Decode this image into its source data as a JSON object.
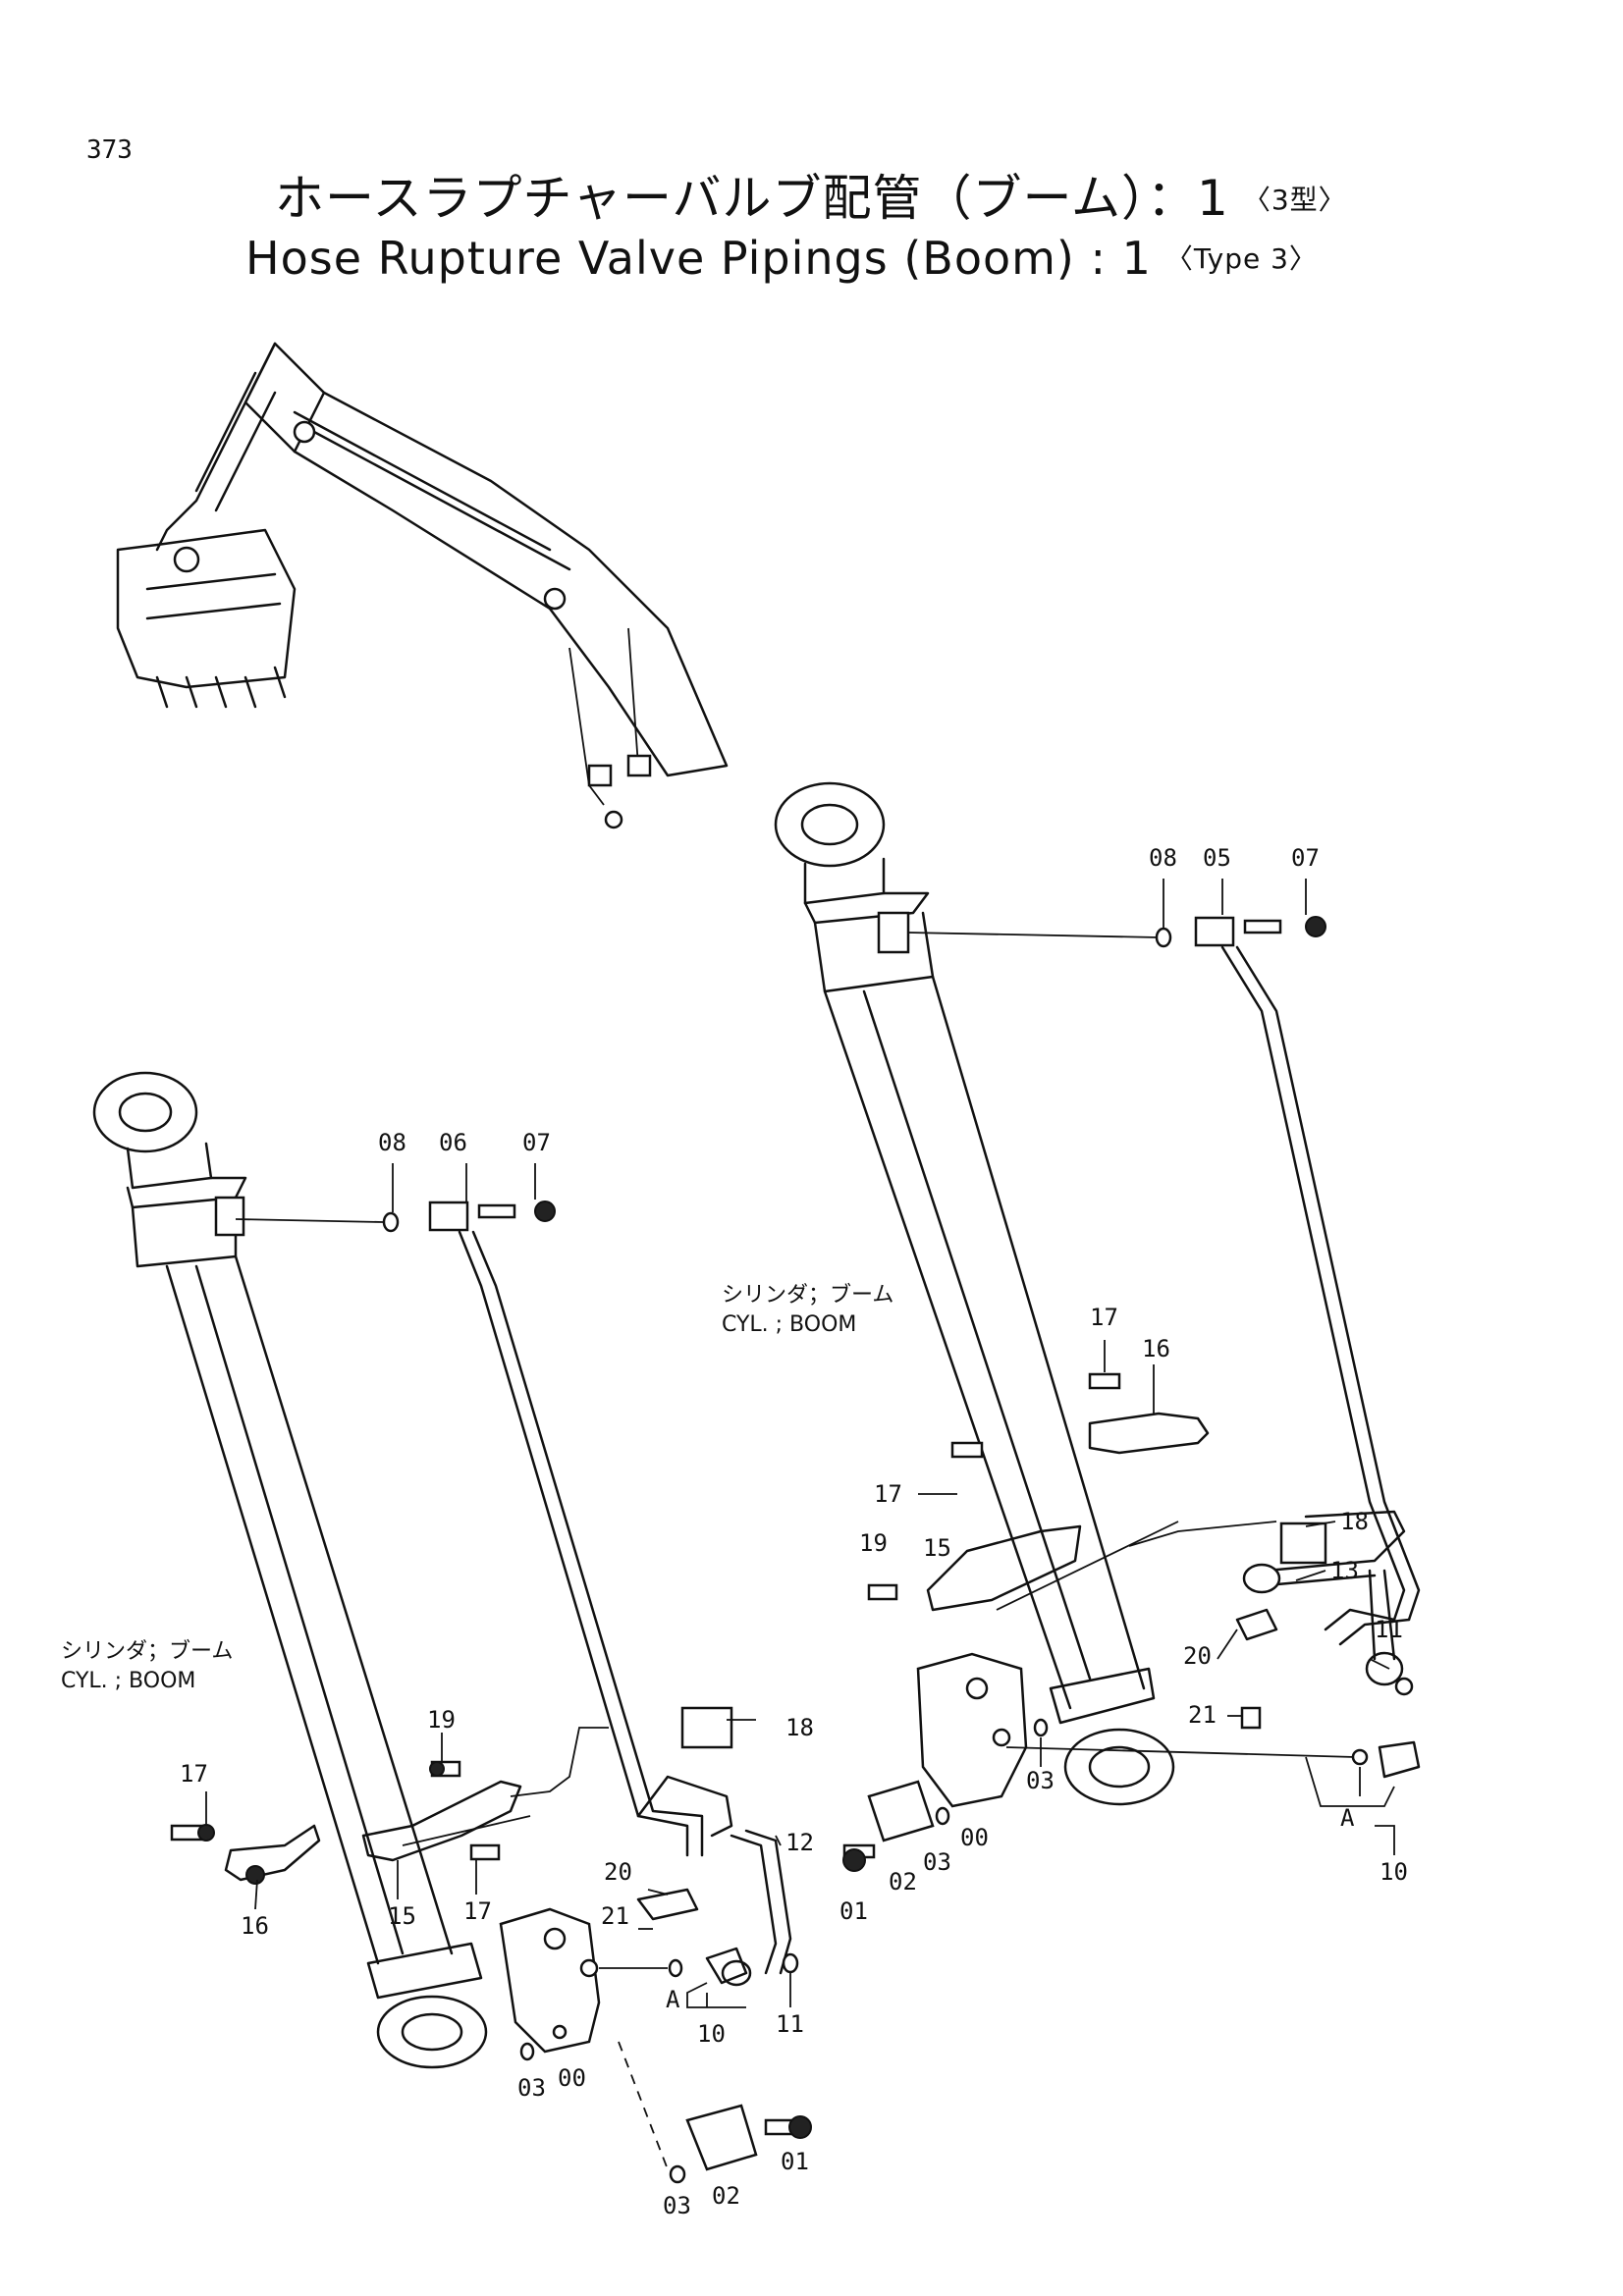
{
  "page_number": "373",
  "title_jp": "ホースラプチャーバルブ配管（ブーム）：1",
  "title_jp_suffix": "〈3型〉",
  "title_en": "Hose Rupture Valve Pipings (Boom) : 1",
  "title_en_suffix": "〈Type 3〉",
  "cylinder_label_jp": "シリンダ；ブーム",
  "cylinder_label_en": "CYL. ; BOOM",
  "callouts": {
    "left": [
      "08",
      "06",
      "07",
      "19",
      "18",
      "17",
      "16",
      "15",
      "17",
      "12",
      "20",
      "21",
      "11",
      "10",
      "A",
      "00",
      "03",
      "01",
      "02",
      "03"
    ],
    "right": [
      "08",
      "05",
      "07",
      "17",
      "16",
      "17",
      "18",
      "19",
      "15",
      "13",
      "11",
      "20",
      "21",
      "03",
      "00",
      "03",
      "02",
      "01",
      "A",
      "10"
    ]
  }
}
